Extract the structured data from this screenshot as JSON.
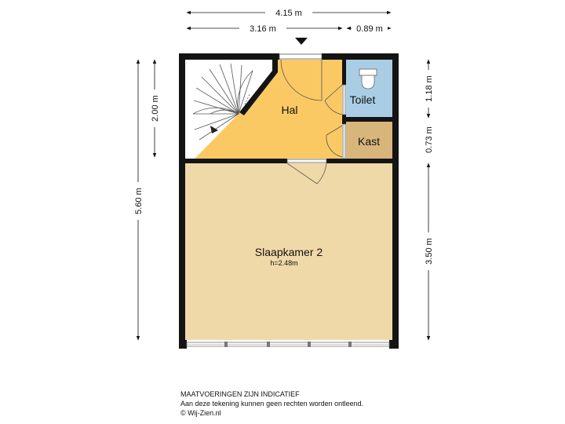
{
  "dimensions": {
    "top_total": "4.15 m",
    "top_left": "3.16 m",
    "top_right": "0.89 m",
    "left_upper": "2.00 m",
    "left_total": "5.60 m",
    "right_toilet": "1.18 m",
    "right_kast": "0.73 m",
    "right_bedroom": "3.50 m"
  },
  "rooms": {
    "hal": "Hal",
    "toilet": "Toilet",
    "kast": "Kast",
    "bedroom": "Slaapkamer 2",
    "bedroom_height": "h=2.48m"
  },
  "disclaimer": {
    "line1": "MAATVOERINGEN ZIJN INDICATIEF",
    "line2": "Aan deze tekening kunnen geen rechten worden ontleend.",
    "line3": "© Wij-Zien.nl"
  },
  "colors": {
    "hal": "#fbc964",
    "toilet": "#a9cde4",
    "kast": "#d8b67b",
    "bedroom": "#f0d9a8",
    "wall": "#141414",
    "stairs": "#ffffff"
  }
}
